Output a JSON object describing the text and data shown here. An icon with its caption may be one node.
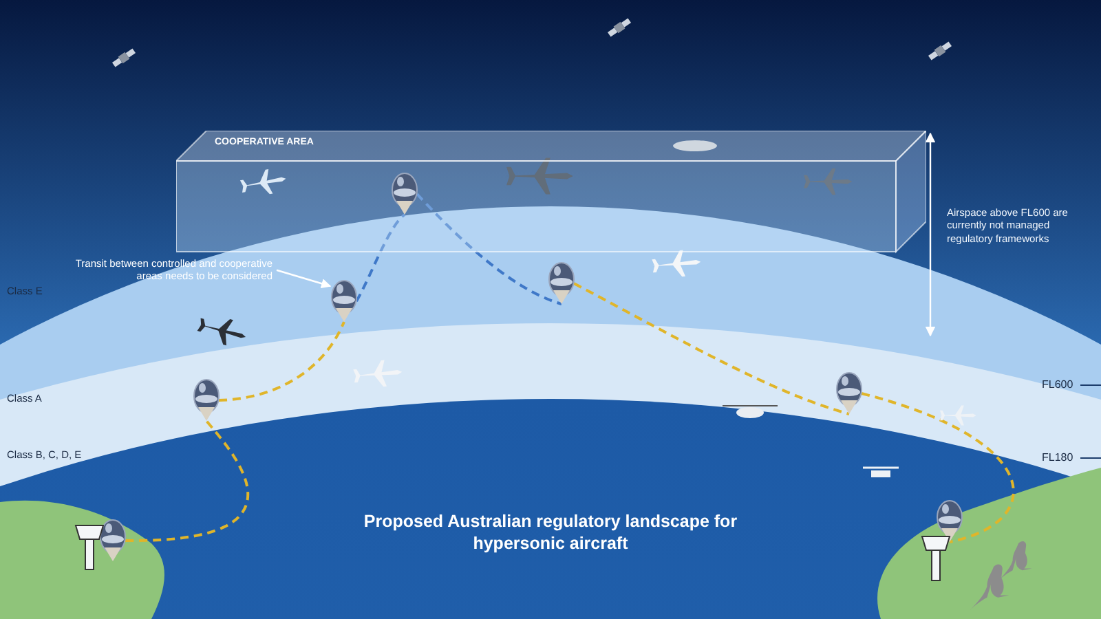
{
  "diagram": {
    "title": "Proposed Australian regulatory landscape for hypersonic aircraft",
    "nodes": [
      {
        "text": [
          "COOPERATIVE AREA"
        ]
      },
      {
        "text": [
          "Transit between controlled and cooperative areas needs to be considered"
        ]
      },
      {
        "text": [],
        "shape": "circle"
      },
      {
        "text": [],
        "shape": "circle"
      },
      {
        "text": [],
        "shape": "circle"
      },
      {
        "text": [],
        "shape": "circle",
        "in": 0
      },
      {
        "text": [],
        "shape": "circle"
      },
      {
        "text": [],
        "shape": "circle"
      },
      {
        "text": [],
        "shape": "circle"
      }
    ],
    "edges": [
      {
        "from": 1,
        "to": 4,
        "arrow": "to",
        "color": "#ffffff"
      },
      {
        "from": 2,
        "to": 3,
        "arrow": "none",
        "style": "dashed"
      },
      {
        "from": 3,
        "to": 4,
        "arrow": "none",
        "style": "dashed"
      },
      {
        "from": 4,
        "to": 5,
        "arrow": "none",
        "style": "dashed",
        "color": "#3f78c8"
      },
      {
        "from": 5,
        "to": 6,
        "arrow": "none",
        "style": "dashed",
        "color": "#3f78c8"
      },
      {
        "from": 6,
        "to": 7,
        "arrow": "none",
        "style": "dashed"
      },
      {
        "from": 7,
        "to": 8,
        "arrow": "none",
        "style": "dashed"
      }
    ],
    "labels": [
      "Airspace above FL600 are currently not managed regulatory frameworks",
      "Class E",
      "Class A",
      "FL600",
      "Class B, C, D, E",
      "FL180"
    ]
  }
}
